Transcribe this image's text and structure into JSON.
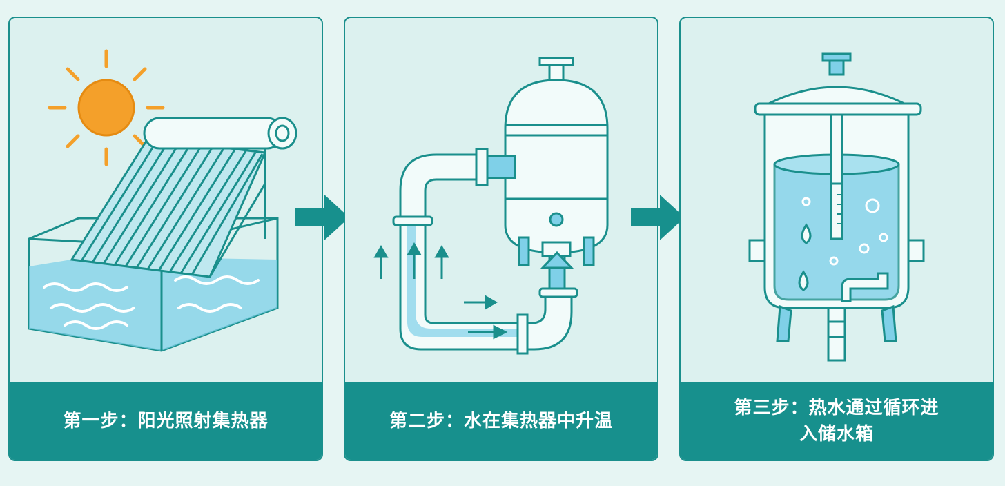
{
  "steps": [
    {
      "caption": "第一步：阳光照射集热器",
      "icon": "solar-collector-icon"
    },
    {
      "caption": "第二步：水在集热器中升温",
      "icon": "heating-tank-pipe-icon"
    },
    {
      "caption": "第三步：热水通过循环进入储水箱",
      "icon": "storage-tank-icon"
    }
  ],
  "colors": {
    "background": "#e6f5f3",
    "card": "#dcf1ef",
    "accent": "#17908d",
    "water": "#7fd0e8",
    "sun": "#f4a02a"
  }
}
